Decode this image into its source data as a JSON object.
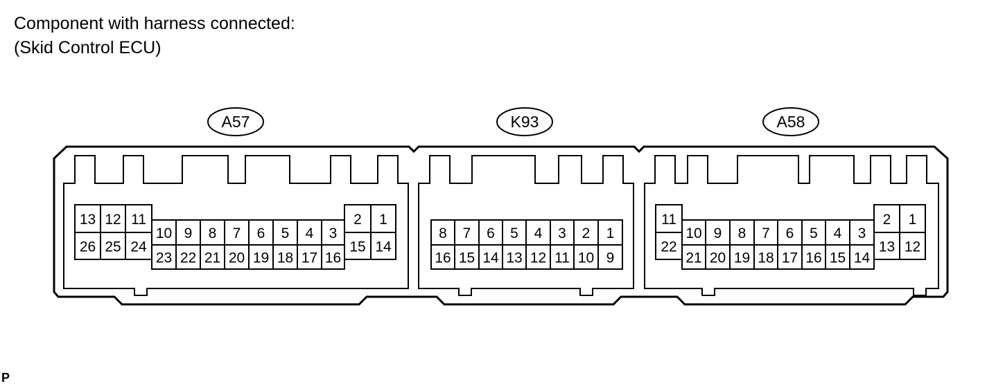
{
  "header": {
    "line1": "Component with harness connected:",
    "line2": "(Skid Control ECU)"
  },
  "connectors": [
    {
      "id": "a57",
      "label": "A57",
      "top_pins": [
        "13",
        "12",
        "11",
        "10",
        "9",
        "8",
        "7",
        "6",
        "5",
        "4",
        "3",
        "2",
        "1"
      ],
      "bottom_pins": [
        "26",
        "25",
        "24",
        "23",
        "22",
        "21",
        "20",
        "19",
        "18",
        "17",
        "16",
        "15",
        "14"
      ]
    },
    {
      "id": "k93",
      "label": "K93",
      "top_pins": [
        "8",
        "7",
        "6",
        "5",
        "4",
        "3",
        "2",
        "1"
      ],
      "bottom_pins": [
        "16",
        "15",
        "14",
        "13",
        "12",
        "11",
        "10",
        "9"
      ]
    },
    {
      "id": "a58",
      "label": "A58",
      "top_pins": [
        "11",
        "10",
        "9",
        "8",
        "7",
        "6",
        "5",
        "4",
        "3",
        "2",
        "1"
      ],
      "bottom_pins": [
        "22",
        "21",
        "20",
        "19",
        "18",
        "17",
        "16",
        "15",
        "14",
        "13",
        "12"
      ]
    }
  ],
  "footer": {
    "code": "P"
  }
}
